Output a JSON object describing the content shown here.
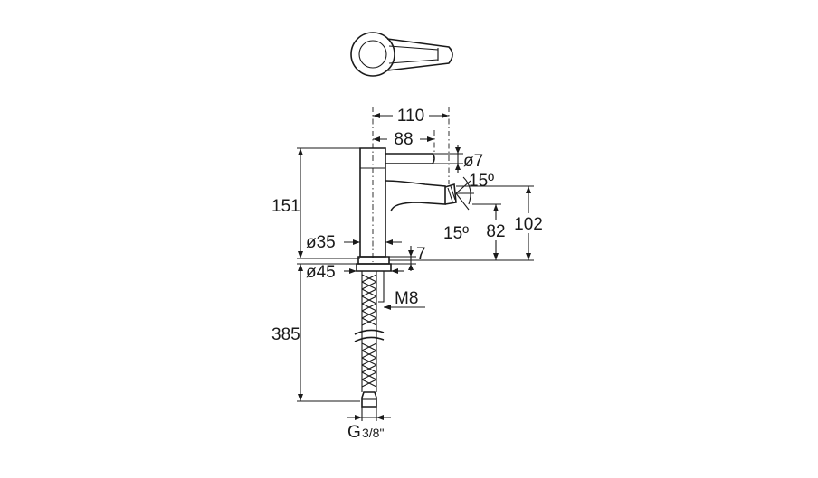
{
  "dimensions": {
    "width_110": "110",
    "width_88": "88",
    "diam_7": "ø7",
    "angle_up": "15º",
    "angle_down": "15º",
    "height_151": "151",
    "height_102": "102",
    "height_82": "82",
    "diam_35": "ø35",
    "offset_7": "7",
    "diam_45": "ø45",
    "thread_m8": "M8",
    "hose_385": "385",
    "connection_g": "G",
    "connection_fraction": "3/8\""
  }
}
